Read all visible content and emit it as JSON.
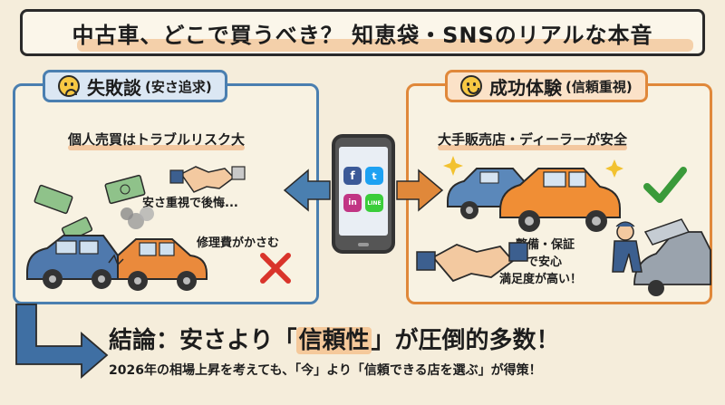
{
  "title": "中古車、どこで買うべき？ 知恵袋・SNSのリアルな本音",
  "left_panel": {
    "heading": "失敗談",
    "heading_sub": "(安さ追求)",
    "subtitle": "個人売買はトラブルリスク大",
    "labels": [
      "安さ重視で後悔...",
      "修理費がかさむ"
    ]
  },
  "right_panel": {
    "heading": "成功体験",
    "heading_sub": "(信頼重視)",
    "subtitle": "大手販売店・ディーラーが安全",
    "labels": [
      "整備・保証",
      "で安心",
      "満足度が高い！"
    ]
  },
  "phone_apps": [
    "f",
    "t",
    "in",
    "LINE"
  ],
  "conclusion": {
    "prefix": "結論：安さより「",
    "highlight": "信頼性",
    "suffix": "」が圧倒的多数！",
    "sub": "2026年の相場上昇を考えても、「今」より「信頼できる店を選ぶ」が得策！"
  },
  "colors": {
    "left_accent": "#4a7fb0",
    "right_accent": "#e0883a",
    "bad": "#d9342b",
    "good": "#3a9a3a"
  }
}
